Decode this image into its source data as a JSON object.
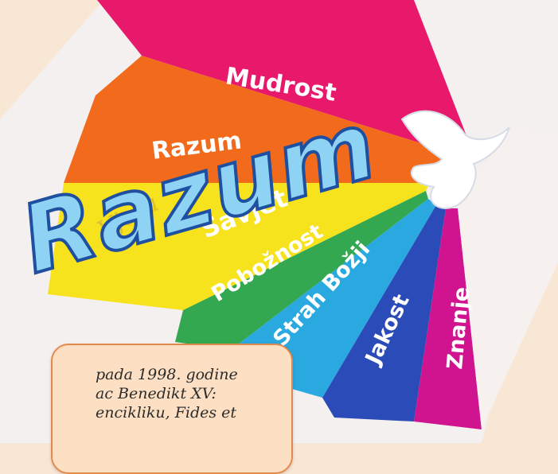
{
  "gifts": [
    {
      "label": "Mudrost",
      "color": "#e8186b"
    },
    {
      "label": "Razum",
      "color": "#f26a1b"
    },
    {
      "label": "Savjet",
      "color": "#f7e21e"
    },
    {
      "label": "Pobožnost",
      "color": "#34a851"
    },
    {
      "label": "Strah Božji",
      "color": "#2aa8e0"
    },
    {
      "label": "Jakost",
      "color": "#2b4bb8"
    },
    {
      "label": "Znanje",
      "color": "#d0138f"
    }
  ],
  "overlay_word": "Razum",
  "script_mark": "Vjera",
  "info_lines": [
    "pada 1998. godine",
    "ac Benedikt XV:",
    "encikliku, Fides et"
  ],
  "colors": {
    "background": "#f9e7d6",
    "dove": "#ffffff"
  }
}
